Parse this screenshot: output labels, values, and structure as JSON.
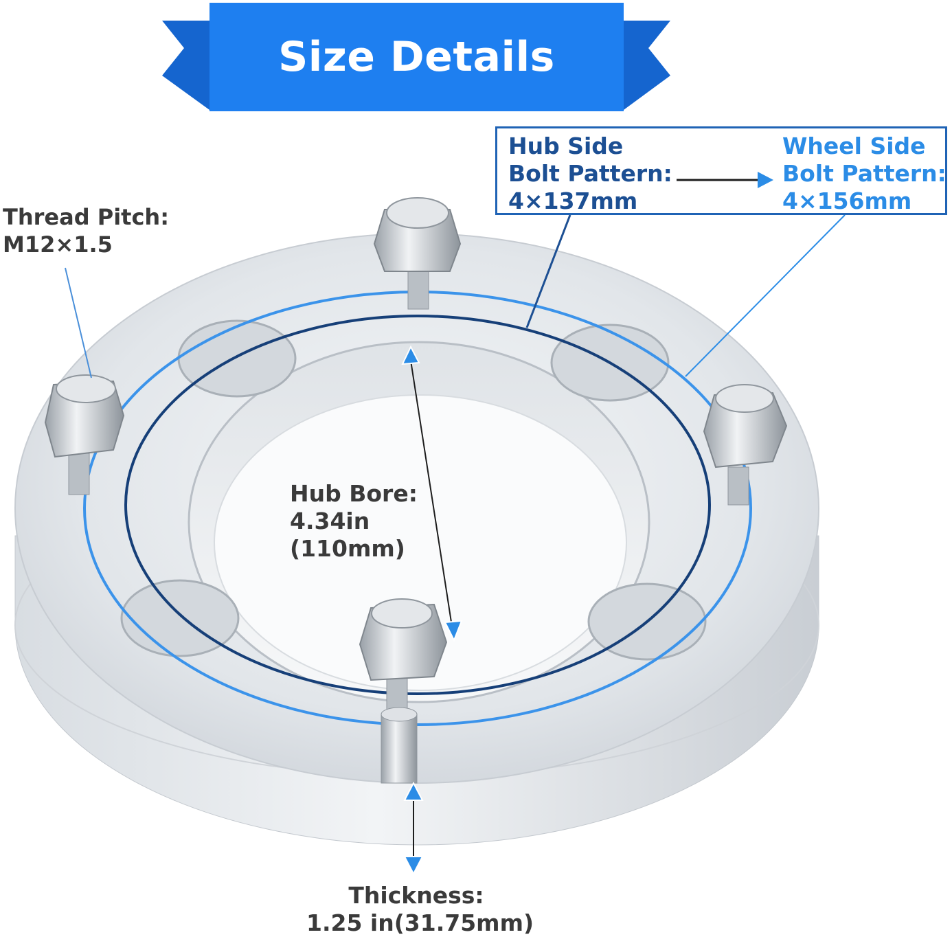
{
  "banner": {
    "title": "Size Details"
  },
  "labels": {
    "thread_pitch": {
      "line1": "Thread Pitch:",
      "line2": "M12×1.5"
    },
    "hub_side": {
      "line1": "Hub Side",
      "line2": "Bolt Pattern:",
      "line3": "4×137mm"
    },
    "wheel_side": {
      "line1": "Wheel Side",
      "line2": "Bolt Pattern:",
      "line3": "4×156mm"
    },
    "hub_bore": {
      "line1": "Hub Bore:",
      "line2": "4.34in",
      "line3": "(110mm)"
    },
    "thickness": {
      "line1": "Thickness:",
      "line2": "1.25 in(31.75mm)"
    }
  },
  "colors": {
    "banner_blue": "#1e7ff0",
    "banner_fold": "#1565cf",
    "hub_side_blue": "#1c4f93",
    "wheel_side_blue": "#2b8ce6",
    "spacer_metal": "#d9dde2"
  }
}
